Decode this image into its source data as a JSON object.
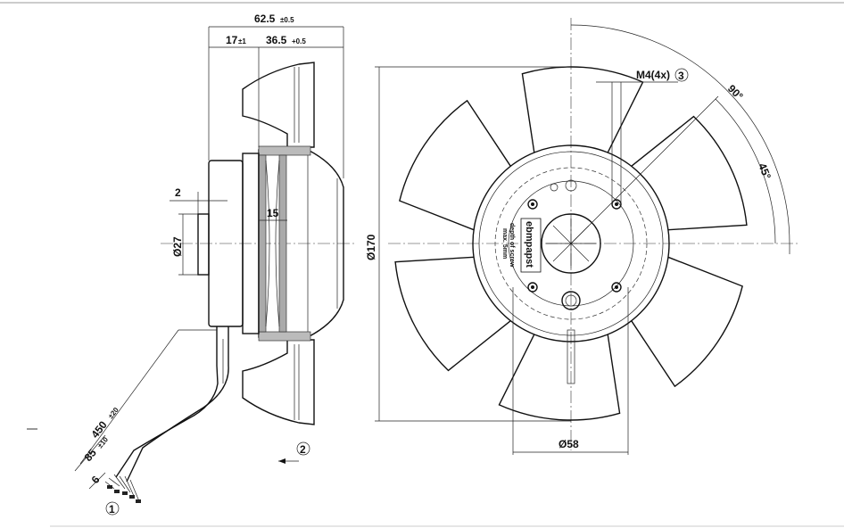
{
  "dimensions": {
    "overall_depth": "62.5",
    "overall_depth_tol": "±0.5",
    "hub_offset": "17",
    "hub_offset_tol": "±1",
    "impeller_depth": "36.5",
    "impeller_depth_tol": "+0.5",
    "flange_thickness": "2",
    "hub_width": "15",
    "shaft_diameter": "Ø27",
    "fan_diameter": "Ø170",
    "bolt_circle": "Ø58",
    "mount_screws": "M4(4x)",
    "angle_large": "90°",
    "angle_small": "45°",
    "cable_length": "450",
    "cable_length_tol": "±20",
    "strip_length": "85",
    "strip_length_tol": "±10",
    "wire_end": "6"
  },
  "callouts": {
    "cable": "1",
    "airflow": "2",
    "screw": "3"
  },
  "labels": {
    "brand": "ebmpapst",
    "screw_note_1": "depth of screw",
    "screw_note_2": "max. 5mm"
  }
}
